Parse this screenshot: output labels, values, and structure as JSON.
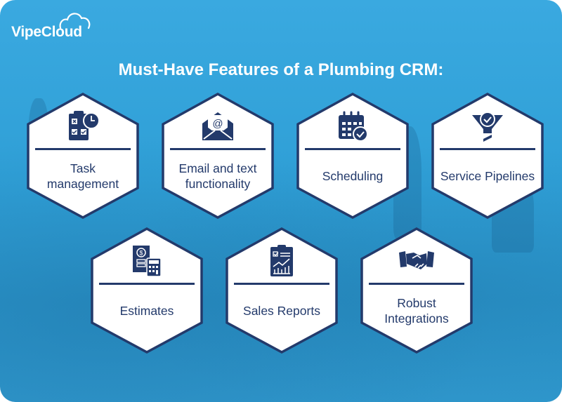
{
  "brand": {
    "name": "VipeCloud"
  },
  "header": {
    "title": "Must-Have Features of a Plumbing CRM:"
  },
  "colors": {
    "background": "#34a4dc",
    "hexagon_border": "#233a6b",
    "hexagon_fill": "#ffffff",
    "text_dark": "#233a6b",
    "text_light": "#ffffff"
  },
  "features": [
    {
      "label": "Task management",
      "icon": "clipboard-clock-icon"
    },
    {
      "label": "Email and text functionality",
      "icon": "envelope-at-icon"
    },
    {
      "label": "Scheduling",
      "icon": "calendar-check-icon"
    },
    {
      "label": "Service Pipelines",
      "icon": "funnel-check-icon"
    },
    {
      "label": "Estimates",
      "icon": "invoice-calculator-icon"
    },
    {
      "label": "Sales Reports",
      "icon": "clipboard-chart-icon"
    },
    {
      "label": "Robust Integrations",
      "icon": "handshake-icon"
    }
  ]
}
